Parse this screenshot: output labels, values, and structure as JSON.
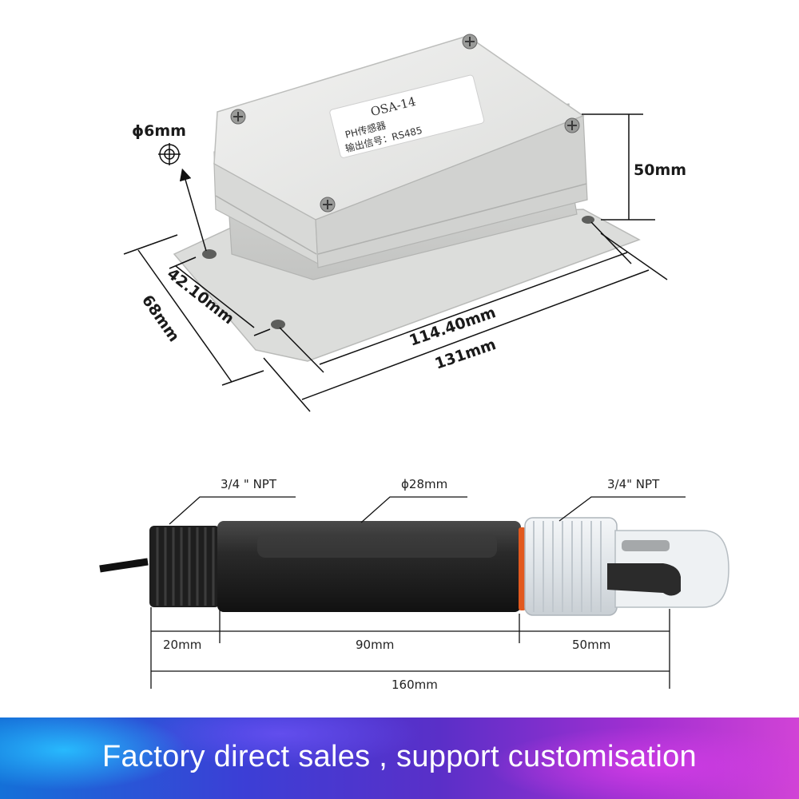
{
  "enclosure": {
    "label_line1": "OSA-14",
    "label_line2": "PH传感器",
    "label_line3": "输出信号：RS485",
    "hole_diameter": "ɸ6mm",
    "height": "50mm",
    "inner_width": "42.10mm",
    "outer_width": "68mm",
    "inner_length": "114.40mm",
    "outer_length": "131mm"
  },
  "probe": {
    "thread_left": "3/4 \" NPT",
    "diameter": "ɸ28mm",
    "thread_right": "3/4\" NPT",
    "seg_thread": "20mm",
    "seg_body": "90mm",
    "seg_tip": "50mm",
    "total_length": "160mm"
  },
  "banner": {
    "text": "Factory direct sales , support customisation"
  },
  "colors": {
    "housing": "#e6e7e6",
    "probe_body": "#222222",
    "oring": "#e2591e",
    "banner_start": "#1470d8",
    "banner_end": "#d143d6"
  }
}
